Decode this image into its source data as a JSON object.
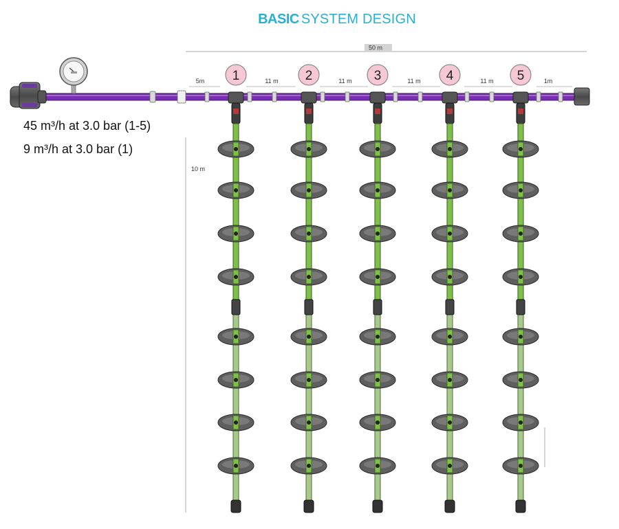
{
  "title": {
    "part1": "BASIC",
    "part2": "SYSTEM DESIGN"
  },
  "flow_lines": [
    "45 m³/h at 3.0 bar (1-5)",
    "9 m³/h at 3.0 bar (1)"
  ],
  "dimensions": {
    "total": "50 m",
    "vertical": "10 m",
    "segments": [
      "5m",
      "11 m",
      "11 m",
      "11 m",
      "11 m",
      "1m"
    ]
  },
  "zones": [
    "1",
    "2",
    "3",
    "4",
    "5"
  ],
  "sprinklers_per_line": 8,
  "colors": {
    "title": "#29b0cf",
    "main_pipe": "#7a2fb2",
    "lateral_pipe": "#7fc04a",
    "zone_badge": "#f5c8d4",
    "sprinkler": "#5a5a5a"
  }
}
